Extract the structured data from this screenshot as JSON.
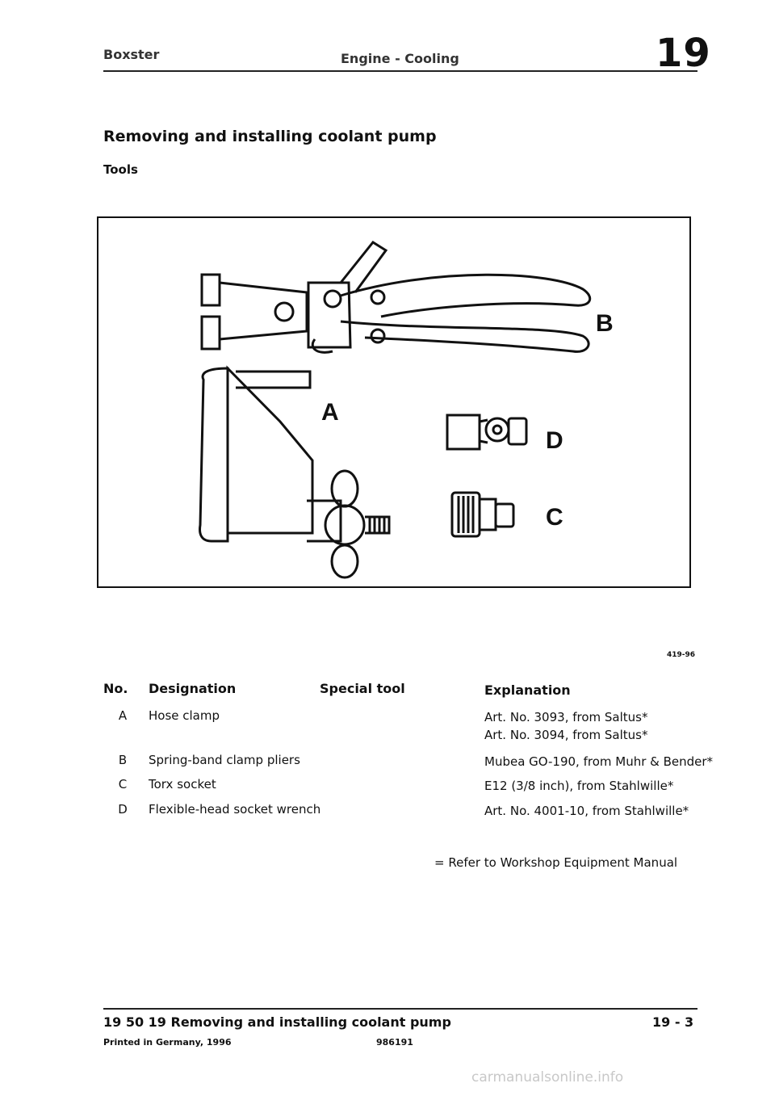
{
  "header": {
    "model": "Boxster",
    "section": "Engine - Cooling",
    "chapter": "19"
  },
  "title": "Removing and installing coolant pump",
  "subtitle": "Tools",
  "figure": {
    "labels": [
      "B",
      "A",
      "D",
      "C"
    ],
    "reference": "419-96"
  },
  "table": {
    "headers": {
      "no": "No.",
      "designation": "Designation",
      "special_tool": "Special tool",
      "explanation": "Explanation"
    },
    "rows": [
      {
        "no": "A",
        "designation": "Hose clamp",
        "explanation": [
          "Art. No. 3093, from Saltus*",
          "Art. No. 3094, from Saltus*"
        ]
      },
      {
        "no": "B",
        "designation": "Spring-band clamp pliers",
        "explanation": [
          "Mubea GO-190, from Muhr & Bender*"
        ]
      },
      {
        "no": "C",
        "designation": "Torx socket",
        "explanation": [
          "E12 (3/8 inch), from Stahlwille*"
        ]
      },
      {
        "no": "D",
        "designation": "Flexible-head socket wrench",
        "explanation": [
          "Art. No. 4001-10, from Stahlwille*"
        ]
      }
    ],
    "note": "= Refer to Workshop Equipment Manual"
  },
  "footer": {
    "title": "19 50 19 Removing and installing coolant pump",
    "page": "19 - 3",
    "printed": "Printed in Germany, 1996",
    "doc_code": "986191"
  },
  "watermark": "carmanualsonline.info"
}
